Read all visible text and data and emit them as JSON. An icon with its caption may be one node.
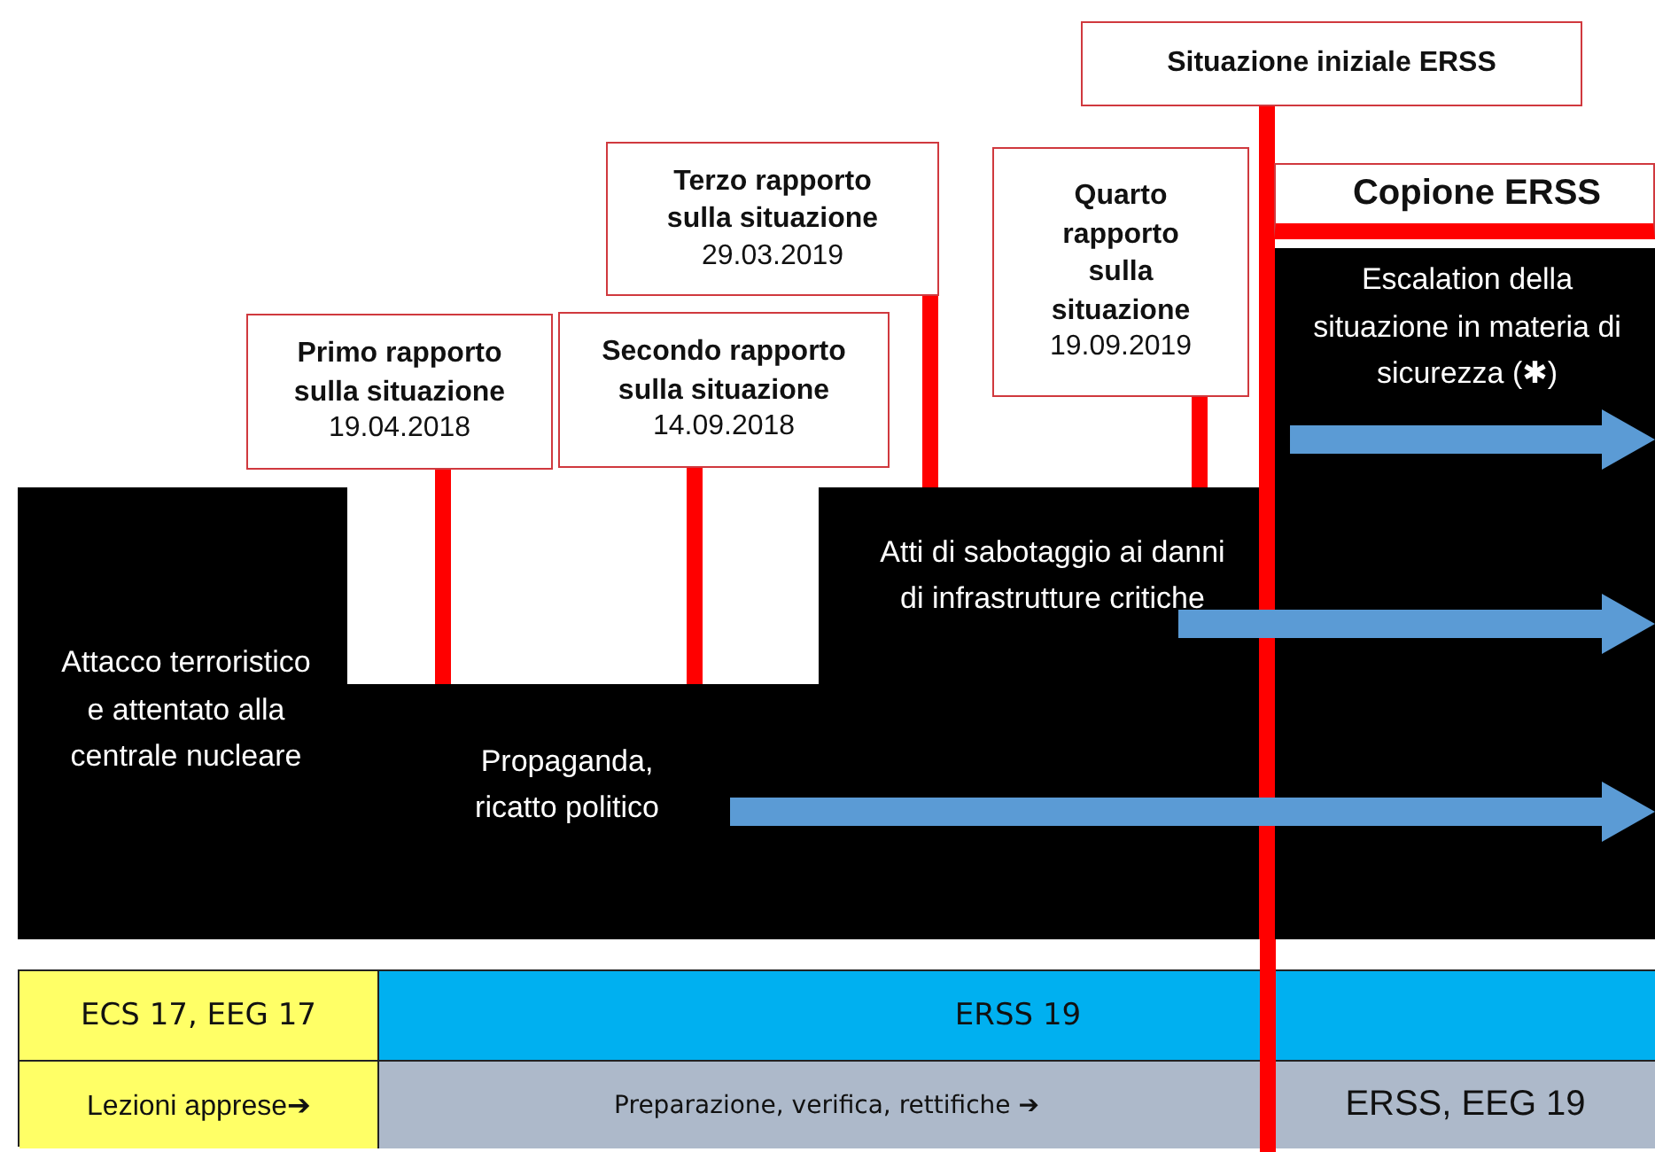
{
  "diagram": {
    "nodes": [
      {
        "text": [
          "Situazione iniziale ERSS"
        ]
      },
      {
        "text": [
          "Terzo rapporto sulla situazione",
          "29.03.2019"
        ]
      },
      {
        "text": [
          "Quarto rapporto sulla situazione",
          "19.09.2019"
        ]
      },
      {
        "text": [
          "Copione ERSS"
        ]
      },
      {
        "text": [
          "Primo rapporto sulla situazione",
          "19.04.2018"
        ]
      },
      {
        "text": [
          "Secondo rapporto sulla situazione",
          "14.09.2018"
        ]
      },
      {
        "text": [],
        "shape": "box"
      },
      {
        "text": [
          "Escalation della situazione in materia di sicurezza (✱)"
        ],
        "in": 6
      },
      {
        "text": [
          "Atti di sabotaggio ai danni di infrastrutture critiche"
        ],
        "in": 6
      },
      {
        "text": [
          "Attacco terroristico e attentato alla centrale nucleare"
        ],
        "in": 6
      },
      {
        "text": [
          "Propaganda, ricatto politico"
        ],
        "in": 6
      }
    ],
    "edges": [
      {
        "from": 0,
        "to": 6,
        "arrow": "none"
      },
      {
        "from": 1,
        "to": 6,
        "arrow": "none"
      },
      {
        "from": 2,
        "to": 6,
        "arrow": "none"
      },
      {
        "from": 4,
        "to": 6,
        "arrow": "none"
      },
      {
        "from": 5,
        "to": 6,
        "arrow": "none"
      }
    ],
    "labels": [
      "ECS 17, EEG 17",
      "ERSS 19",
      "Lezioni apprese➔",
      "Preparazione, verifica, rettifiche ➔",
      "ERSS, EEG 19"
    ]
  }
}
